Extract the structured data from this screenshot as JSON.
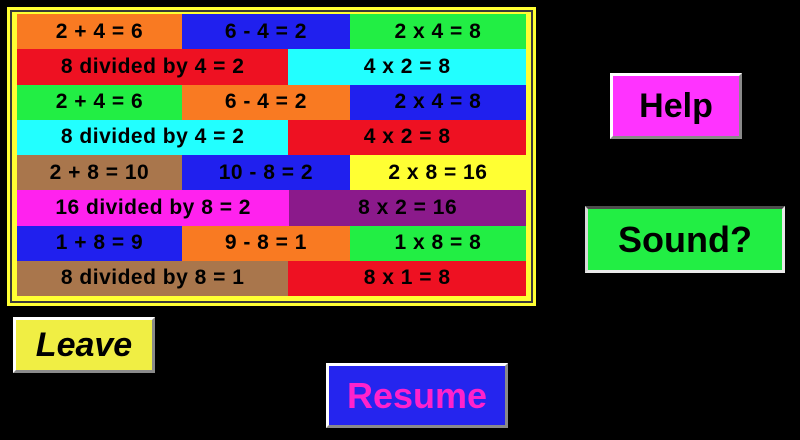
{
  "app": {
    "background_color": "#000000"
  },
  "puzzle_board": {
    "frame_color": "#FFFF33",
    "frame_line_color": "#3a3a3a",
    "text_color": "#000000",
    "rows": [
      {
        "cells": [
          {
            "text": "2 + 4 = 6",
            "bg": "#F97A22",
            "width": "32.4%"
          },
          {
            "text": "6 - 4 = 2",
            "bg": "#2020EE",
            "width": "33.0%"
          },
          {
            "text": "2 x 4 = 8",
            "bg": "#22EE44",
            "width": "34.6%"
          }
        ]
      },
      {
        "cells": [
          {
            "text": "8 divided by 4 = 2",
            "bg": "#EE1122",
            "width": "53.3%"
          },
          {
            "text": "4 x 2 = 8",
            "bg": "#22FFFF",
            "width": "46.7%"
          }
        ]
      },
      {
        "cells": [
          {
            "text": "2 + 4 = 6",
            "bg": "#22EE44",
            "width": "32.4%"
          },
          {
            "text": "6 - 4 = 2",
            "bg": "#F97A22",
            "width": "33.0%"
          },
          {
            "text": "2 x 4 = 8",
            "bg": "#2020EE",
            "width": "34.6%"
          }
        ]
      },
      {
        "cells": [
          {
            "text": "8 divided by 4 = 2",
            "bg": "#22FFFF",
            "width": "53.3%"
          },
          {
            "text": "4 x 2 = 8",
            "bg": "#EE1122",
            "width": "46.7%"
          }
        ]
      },
      {
        "cells": [
          {
            "text": "2 + 8 = 10",
            "bg": "#A9764C",
            "width": "32.4%"
          },
          {
            "text": "10 - 8 = 2",
            "bg": "#2020EE",
            "width": "33.0%"
          },
          {
            "text": "2 x 8 = 16",
            "bg": "#FFFF33",
            "width": "34.6%"
          }
        ]
      },
      {
        "cells": [
          {
            "text": "16 divided by 8 = 2",
            "bg": "#FF22EE",
            "width": "53.5%"
          },
          {
            "text": "8 x 2 = 16",
            "bg": "#8B1A8B",
            "width": "46.5%"
          }
        ]
      },
      {
        "cells": [
          {
            "text": "1 + 8 = 9",
            "bg": "#2020EE",
            "width": "32.4%"
          },
          {
            "text": "9 - 8 = 1",
            "bg": "#F97A22",
            "width": "33.0%"
          },
          {
            "text": "1 x 8 = 8",
            "bg": "#22EE44",
            "width": "34.6%"
          }
        ]
      },
      {
        "cells": [
          {
            "text": "8 divided by 8 = 1",
            "bg": "#A9764C",
            "width": "53.3%"
          },
          {
            "text": "8 x 1 = 8",
            "bg": "#EE1122",
            "width": "46.7%"
          }
        ]
      }
    ]
  },
  "buttons": {
    "help": {
      "label": "Help",
      "bg": "#FF33FF",
      "text_color": "#000000"
    },
    "sound": {
      "label": "Sound?",
      "bg": "#22EE44",
      "text_color": "#000000"
    },
    "leave": {
      "label": "Leave",
      "bg": "#F0EE44",
      "text_color": "#000000"
    },
    "resume": {
      "label": "Resume",
      "bg": "#2525EE",
      "text_color": "#FF22CC"
    }
  }
}
